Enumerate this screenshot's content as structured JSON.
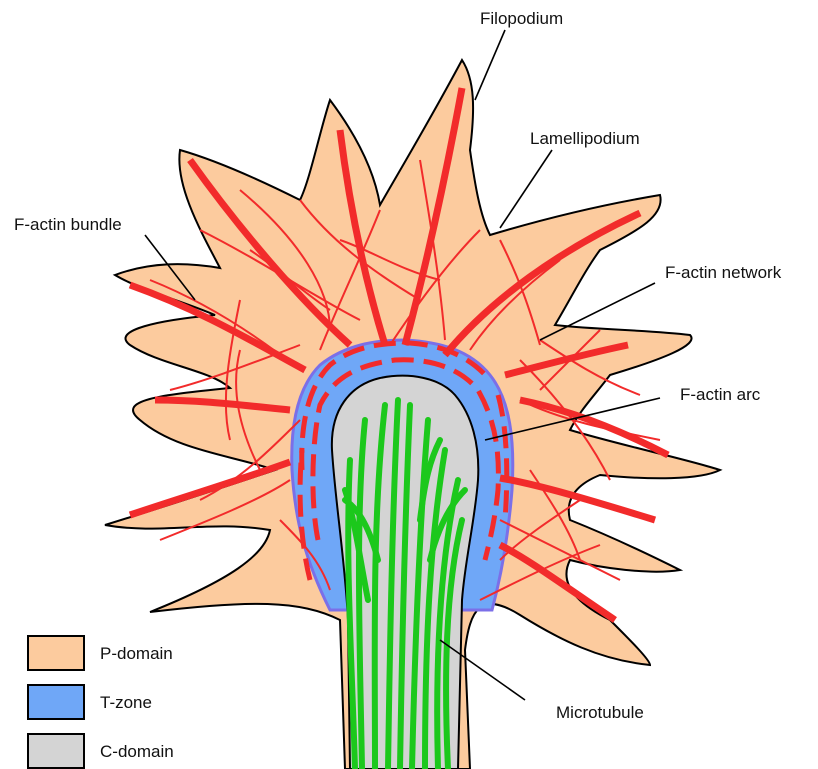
{
  "labels": {
    "filopodium": "Filopodium",
    "lamellipodium": "Lamellipodium",
    "factin_bundle": "F-actin bundle",
    "factin_network": "F-actin network",
    "factin_arc": "F-actin arc",
    "microtubule": "Microtubule"
  },
  "legend": [
    {
      "label": "P-domain",
      "color": "#FCCB9E"
    },
    {
      "label": "T-zone",
      "color": "#6FA7F7"
    },
    {
      "label": "C-domain",
      "color": "#D4D4D4"
    }
  ],
  "colors": {
    "p_domain": "#FCCB9E",
    "t_zone": "#6FA7F7",
    "t_zone_edge": "#7B6FE8",
    "c_domain": "#D4D4D4",
    "actin": "#F22B2B",
    "microtubule": "#1CC81C",
    "outline": "#000000"
  }
}
